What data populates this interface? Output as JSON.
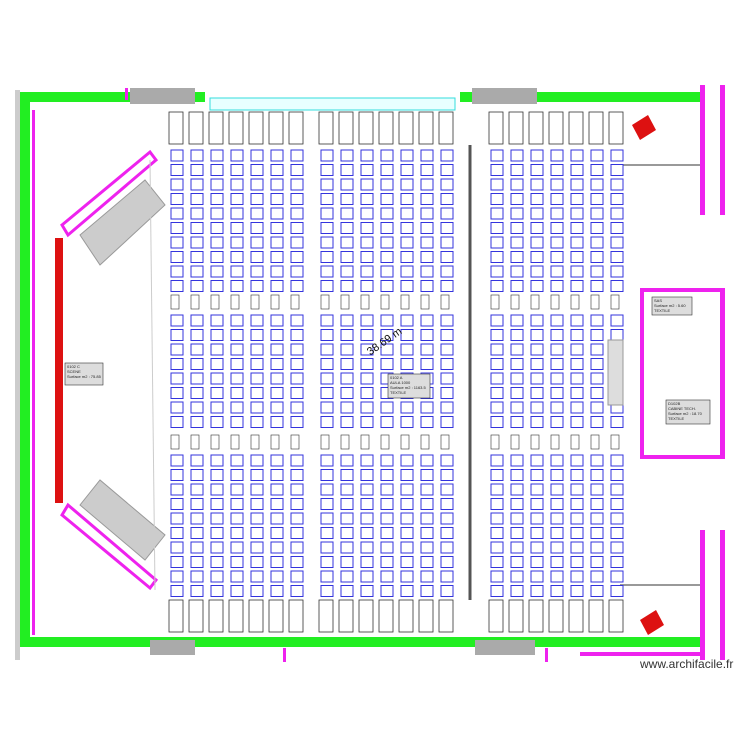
{
  "plan": {
    "dimension": "38.69 m",
    "rooms": [
      {
        "id": "scene",
        "lines": [
          "0102 C",
          "SCENE",
          "Surface m2 : 75.85"
        ]
      },
      {
        "id": "salle",
        "lines": [
          "0102 A",
          "AULA 1000",
          "Surface m2 : 1163.5",
          "TEXTILE"
        ]
      },
      {
        "id": "sas",
        "lines": [
          "SAS",
          "Surface m2 : 5.60",
          "TEXTILE"
        ]
      },
      {
        "id": "cabine",
        "lines": [
          "D102B",
          "CABINE TECH.",
          "Surface m2 : 18.70",
          "TEXTILE"
        ]
      }
    ],
    "colors": {
      "wall": "#22ee22",
      "partition": "#ee22ee",
      "seat": "#3333dd",
      "stage": "#dd1111",
      "glazing": "#33dddd"
    }
  },
  "watermark": "www.archifacile.fr"
}
